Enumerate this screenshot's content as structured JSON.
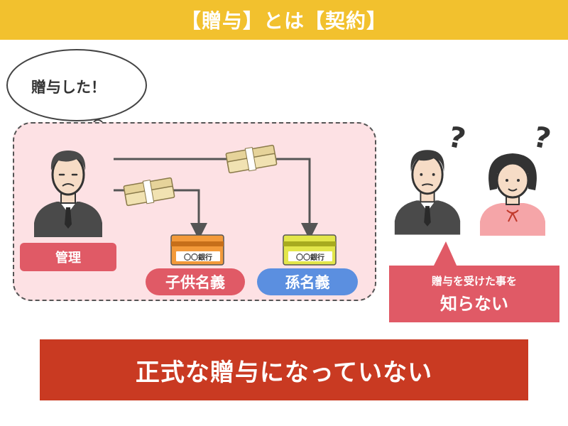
{
  "header": {
    "title": "【贈与】とは【契約】"
  },
  "speech_bubble": {
    "text": "贈与した！"
  },
  "manager_label": "管理",
  "accounts": [
    {
      "bank_text": "〇〇銀行",
      "label": "子供名義",
      "card_color": "#f39a3a",
      "label_color": "#e05a66"
    },
    {
      "bank_text": "〇〇銀行",
      "label": "孫名義",
      "card_color": "#e3e64a",
      "label_color": "#5b8fe0"
    }
  ],
  "unaware": {
    "line1": "贈与を受けた事を",
    "line2": "知らない",
    "mark": "?"
  },
  "conclusion": "正式な贈与になっていない",
  "colors": {
    "header": "#f2c12e",
    "zone": "#fde1e4",
    "accent_red": "#e05a66",
    "accent_blue": "#5b8fe0",
    "banner": "#c93a22"
  },
  "icons": [
    "grandfather-icon",
    "money-bundle-icon",
    "bank-card-icon",
    "father-icon",
    "daughter-icon",
    "question-mark-icon"
  ]
}
